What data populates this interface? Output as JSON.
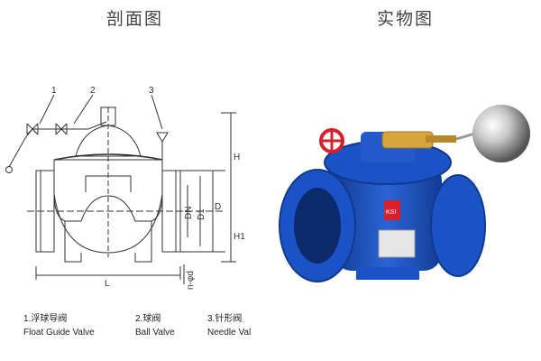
{
  "titles": {
    "section": "剖面图",
    "photo": "实物图"
  },
  "callouts": [
    "1",
    "2",
    "3"
  ],
  "dimensions": {
    "dn": "DN",
    "d1": "D1",
    "d": "D",
    "h": "H",
    "h1": "H1",
    "l": "L",
    "nd": "n-φd"
  },
  "legend": [
    {
      "number": "1.",
      "cn": "浮球导阀",
      "en": "Float Guide Valve"
    },
    {
      "number": "2.",
      "cn": "球阀",
      "en": "Ball Valve"
    },
    {
      "number": "3.",
      "cn": "针形阀",
      "en": "Needle Val"
    }
  ],
  "product": {
    "logo_text": "KSI",
    "body_color": "#1b53c6",
    "handwheel_color": "#d8202a",
    "brass_color": "#d8a53a"
  }
}
